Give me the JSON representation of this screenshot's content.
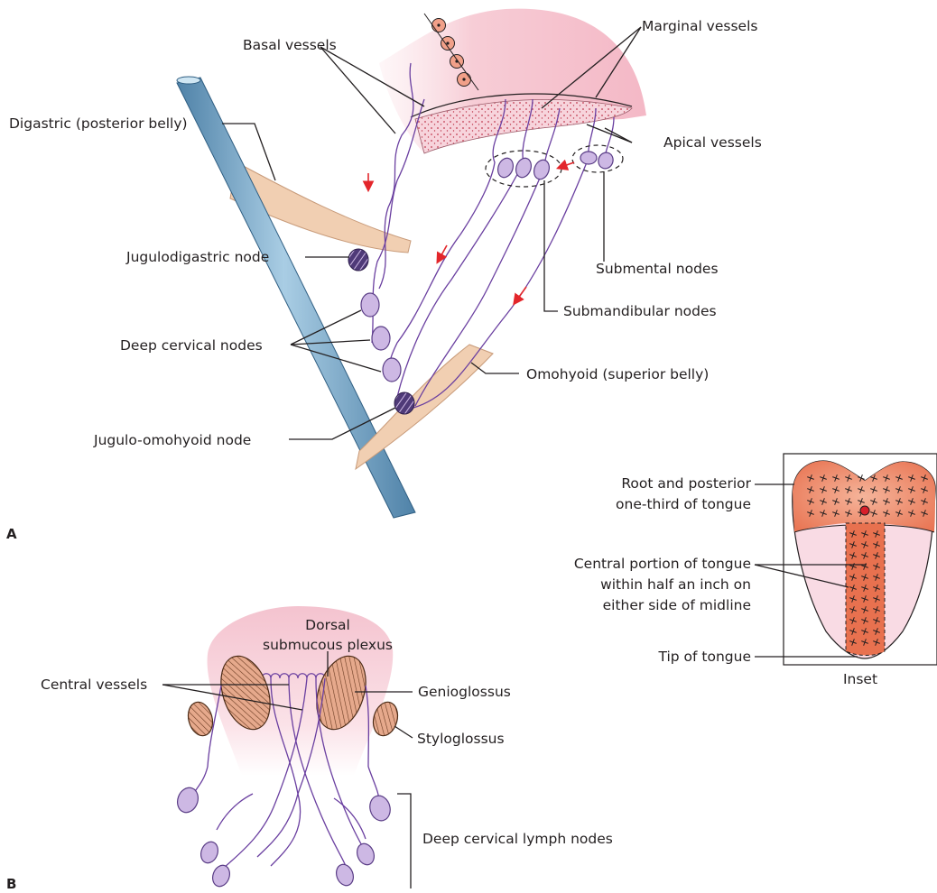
{
  "panel_a": {
    "letter": "A",
    "labels": {
      "basal_vessels": "Basal vessels",
      "marginal_vessels": "Marginal vessels",
      "digastric": "Digastric (posterior belly)",
      "apical_vessels": "Apical vessels",
      "jugulodigastric": "Jugulodigastric node",
      "submental_nodes": "Submental nodes",
      "submandibular_nodes": "Submandibular nodes",
      "deep_cervical_nodes": "Deep cervical nodes",
      "omohyoid": "Omohyoid (superior belly)",
      "jugulo_omohyoid": "Jugulo-omohyoid node"
    }
  },
  "inset": {
    "root_line1": "Root and posterior",
    "root_line2": "one-third of tongue",
    "central_line1": "Central portion of tongue",
    "central_line2": "within half an inch on",
    "central_line3": "either side of midline",
    "tip": "Tip of tongue",
    "caption": "Inset"
  },
  "panel_b": {
    "letter": "B",
    "labels": {
      "dorsal_line1": "Dorsal",
      "dorsal_line2": "submucous plexus",
      "central_vessels": "Central vessels",
      "genioglossus": "Genioglossus",
      "styloglossus": "Styloglossus",
      "deep_cervical_lymph_nodes": "Deep cervical lymph nodes"
    }
  },
  "colors": {
    "vein_blue": "#8ab4d0",
    "lymph_node": "#cdb8e4",
    "lymph_vessel": "#6a3fa0",
    "tongue_pink": "#f6c9d3",
    "root_orange": "#e8714f",
    "muscle_tan": "#f1cfb2",
    "arrow_red": "#e3262b"
  }
}
